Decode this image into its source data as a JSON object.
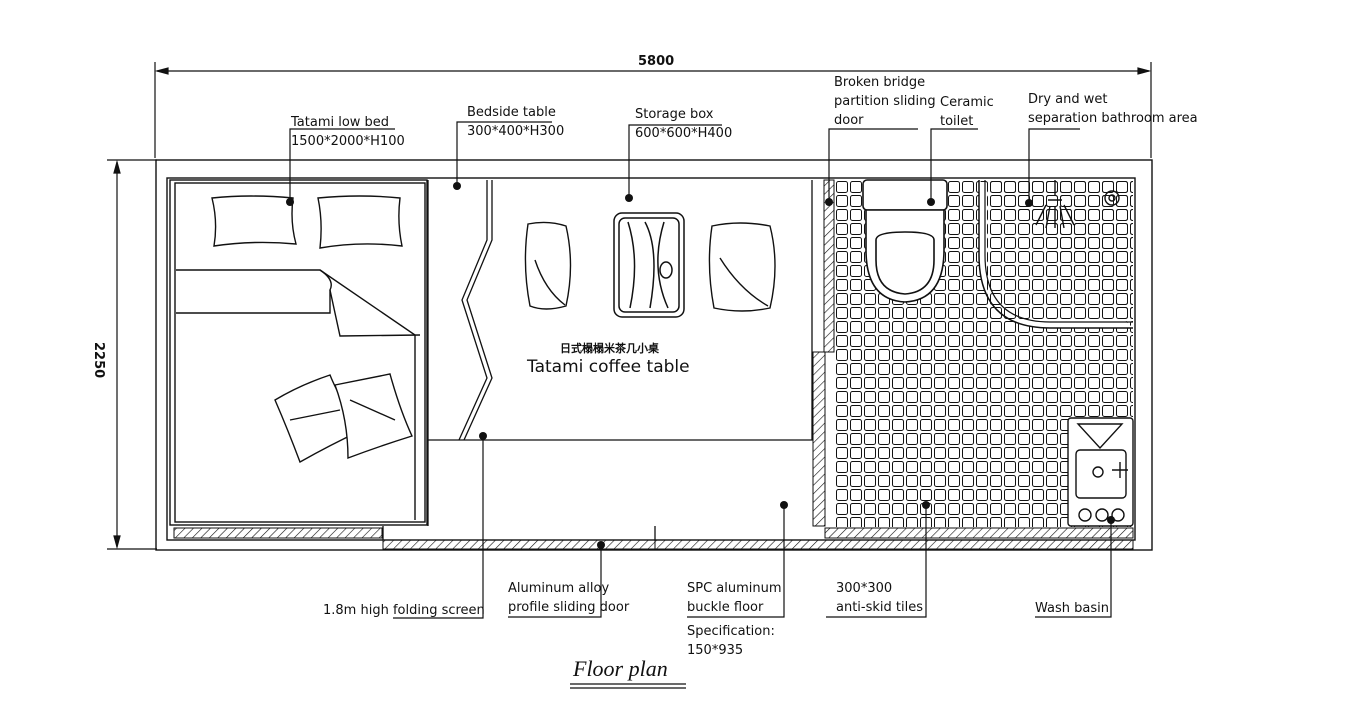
{
  "dimensions": {
    "width": "5800",
    "height": "2250"
  },
  "labels": {
    "tatami_bed": [
      "Tatami low bed",
      "1500*2000*H100"
    ],
    "bedside_table": [
      "Bedside table",
      "300*400*H300"
    ],
    "storage_box": [
      "Storage box",
      "600*600*H400"
    ],
    "sliding_door": [
      "Broken bridge",
      "partition sliding",
      "door"
    ],
    "toilet": [
      "Ceramic",
      "toilet"
    ],
    "bathroom_area": [
      "Dry and wet",
      "separation bathroom area"
    ],
    "coffee_table_cn": "日式榻榻米茶几小桌",
    "coffee_table": "Tatami coffee table",
    "folding_screen": "1.8m high folding screen",
    "alu_door": [
      "Aluminum alloy",
      "profile sliding door"
    ],
    "spc_floor": [
      "SPC aluminum",
      "buckle floor"
    ],
    "spec": [
      "Specification:",
      "150*935"
    ],
    "tiles": [
      "300*300",
      "anti-skid tiles"
    ],
    "wash_basin": "Wash basin"
  },
  "title": "Floor plan",
  "colors": {
    "line": "#111111",
    "background": "#ffffff"
  }
}
